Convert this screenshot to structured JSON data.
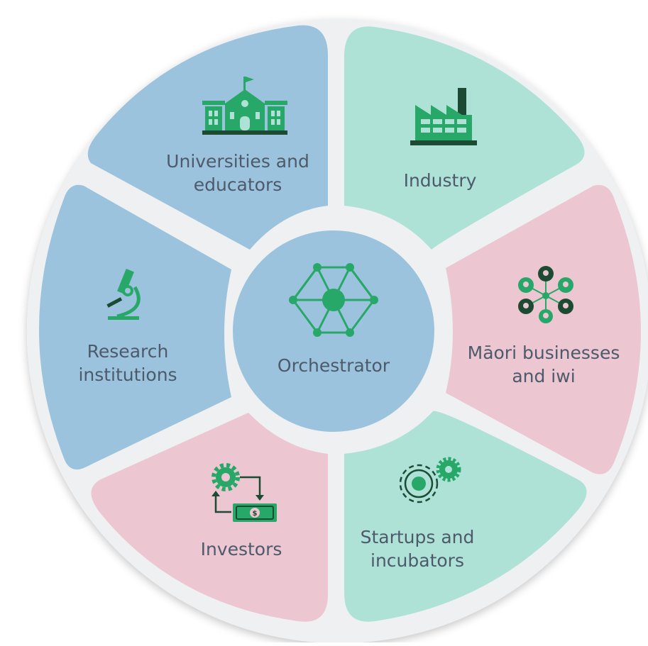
{
  "center": {
    "label": "Orchestrator",
    "icon": "network-hub-icon"
  },
  "segments": [
    {
      "lines": [
        "Universities and",
        "educators"
      ],
      "icon": "school-building-icon",
      "fill": "#9cc3dd"
    },
    {
      "lines": [
        "Industry"
      ],
      "icon": "factory-icon",
      "fill": "#afe2d6"
    },
    {
      "lines": [
        "Māori businesses",
        "and iwi"
      ],
      "icon": "people-network-icon",
      "fill": "#ecc6d0"
    },
    {
      "lines": [
        "Startups and",
        "incubators"
      ],
      "icon": "gears-icon",
      "fill": "#afe2d6"
    },
    {
      "lines": [
        "Investors"
      ],
      "icon": "gear-money-exchange-icon",
      "fill": "#ecc6d0"
    },
    {
      "lines": [
        "Research",
        "institutions"
      ],
      "icon": "microscope-icon",
      "fill": "#9cc3dd"
    }
  ],
  "colors": {
    "icon_green": "#27a868",
    "icon_dark": "#1d4a33",
    "ring": "#eef0f1",
    "center_fill": "#9cc3dd",
    "text": "#4c5a6b"
  }
}
